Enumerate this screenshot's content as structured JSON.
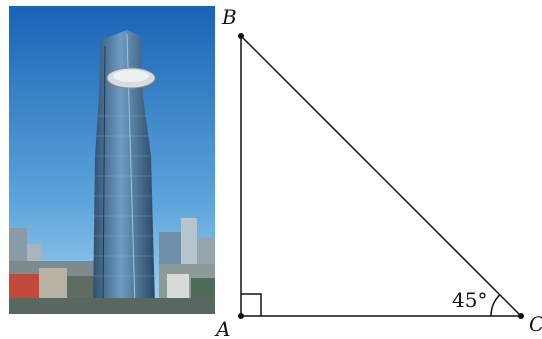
{
  "figure": {
    "photo": {
      "subject": "tower-photo",
      "colors": {
        "sky_top": "#1a63b5",
        "sky_bottom": "#8ec6ea",
        "tower_glass": "#3f6f9a",
        "city": "#7a8a8f"
      }
    },
    "triangle": {
      "vertex_labels": {
        "B": "B",
        "A": "A",
        "C": "C"
      },
      "angle_C_label": "45°",
      "right_angle_at": "A",
      "line_color": "#111111"
    }
  }
}
